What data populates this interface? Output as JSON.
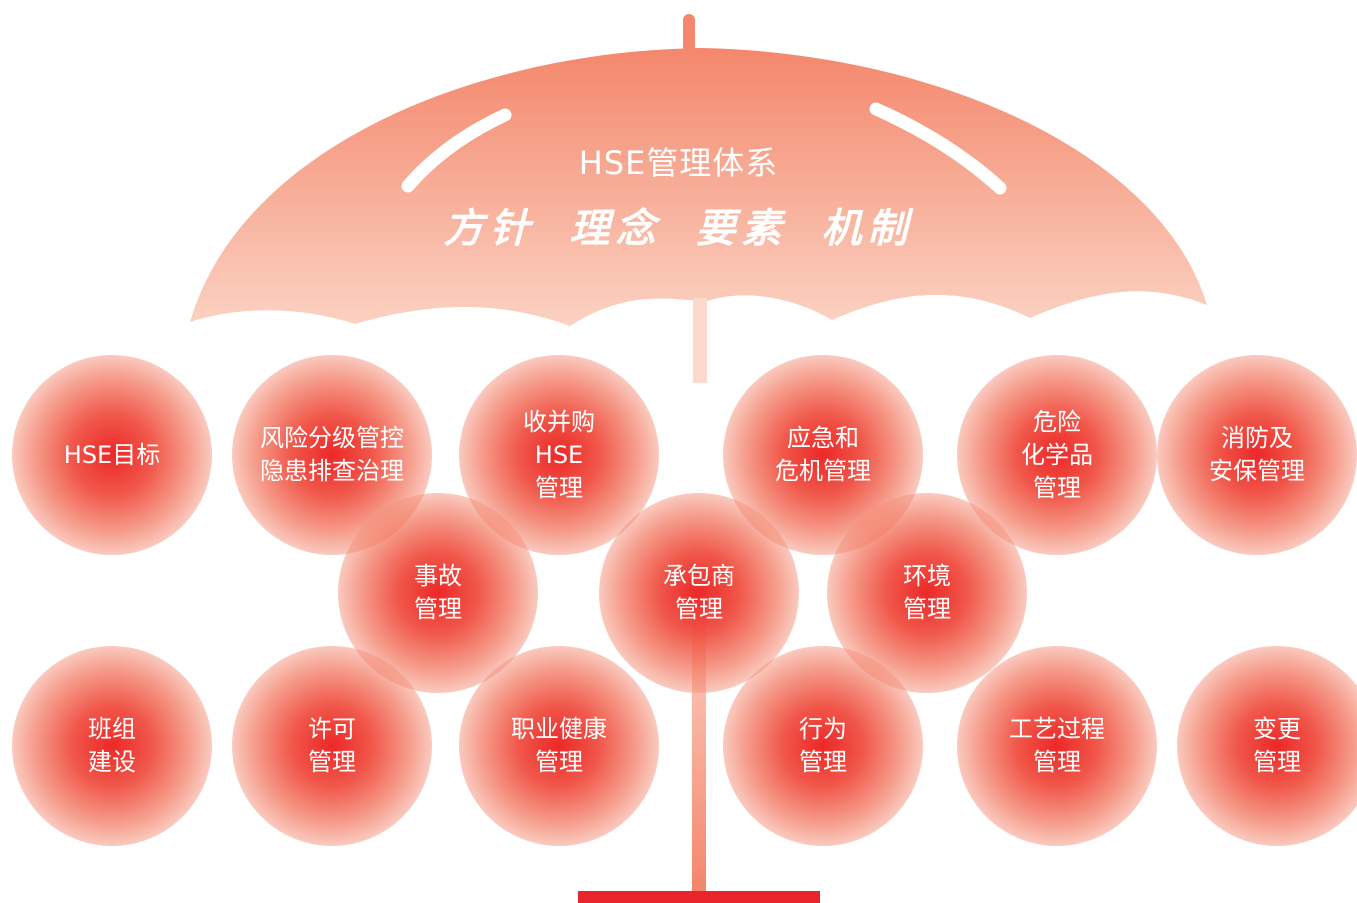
{
  "title": "HSE管理体系",
  "subtitle": "方针 理念 要素 机制",
  "colors": {
    "canopy_top": "#f4876c",
    "canopy_bottom": "#fbd2c2",
    "handle": "#f4846a",
    "base": "#e8252a",
    "bubble_core": "#ec2424"
  },
  "bubbles": [
    {
      "id": "hse-goal",
      "label": "HSE目标"
    },
    {
      "id": "risk-hazard",
      "label": "风险分级管控\n隐患排查治理"
    },
    {
      "id": "merger-hse",
      "label": "收并购\nHSE\n管理"
    },
    {
      "id": "emergency-crisis",
      "label": "应急和\n危机管理"
    },
    {
      "id": "hazardous-chemicals",
      "label": "危险\n化学品\n管理"
    },
    {
      "id": "fire-security",
      "label": "消防及\n安保管理"
    },
    {
      "id": "accident",
      "label": "事故\n管理"
    },
    {
      "id": "contractor",
      "label": "承包商\n管理"
    },
    {
      "id": "environment",
      "label": "环境\n管理"
    },
    {
      "id": "team-building",
      "label": "班组\n建设"
    },
    {
      "id": "permit",
      "label": "许可\n管理"
    },
    {
      "id": "occupational-health",
      "label": "职业健康\n管理"
    },
    {
      "id": "behavior",
      "label": "行为\n管理"
    },
    {
      "id": "process",
      "label": "工艺过程\n管理"
    },
    {
      "id": "change",
      "label": "变更\n管理"
    }
  ]
}
